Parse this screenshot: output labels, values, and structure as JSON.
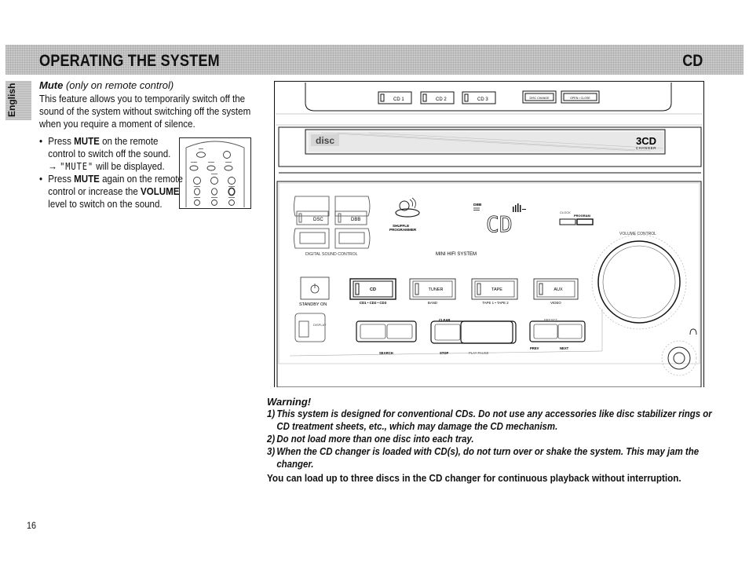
{
  "header": {
    "title": "OPERATING THE SYSTEM",
    "section": "CD"
  },
  "language_tab": "English",
  "mute": {
    "title": "Mute",
    "subtitle": "(only on remote control)",
    "description_lines": [
      "This feature allows you to temporarily switch off the",
      "sound of the system without switching off the system",
      "when you require a moment of silence."
    ],
    "bullet1": {
      "line1_prefix": "Press ",
      "line1_key": "MUTE",
      "line1_suffix": " on the remote",
      "line2": "control to switch off the sound.",
      "arrow": "→",
      "display_text": "\"MUTE\"",
      "display_suffix": " will be displayed."
    },
    "bullet2": {
      "line1_prefix": "Press ",
      "line1_key": "MUTE",
      "line1_suffix": " again on the remote",
      "line2_prefix": "control or increase the ",
      "line2_key": "VOLUME",
      "line3": "level to switch on the sound."
    }
  },
  "device": {
    "tray_buttons": [
      "CD 1",
      "CD 2",
      "CD 3"
    ],
    "disc_change": "DISC CHANGE",
    "open_close": "OPEN • CLOSE",
    "compact_disc_logo": "disc",
    "changer_brand": "3CD",
    "changer_sub": "CHANGER",
    "dsc_label": "DSC",
    "dbb_label": "DBB",
    "digital_sound_control": "DIGITAL SOUND CONTROL",
    "shuffle_label": "SHUFFLE",
    "programmer_label": "PROGRAMMER",
    "dbb_small": "DBB",
    "mini_hifi": "MINI HIFI SYSTEM",
    "display_chars": "CD",
    "clock_label": "CLOCK",
    "program_label": "PROGRAM",
    "volume_control": "VOLUME CONTROL",
    "standby_label": "STANDBY ON",
    "source_buttons": [
      "CD",
      "TUNER",
      "TAPE",
      "AUX"
    ],
    "source_sublabels": [
      "CD1 • CD2 • CD3",
      "BAND",
      "TAPE 1 • TAPE 2",
      "VIDEO"
    ],
    "display_label": "DISPLAY",
    "search_label": "SEARCH",
    "clear_label": "CLEAR",
    "stop_label": "STOP",
    "play_pause_label": "PLAY  PAUSE",
    "preset_label": "PRESET",
    "prev_label": "PREV",
    "next_label": "NEXT"
  },
  "warning": {
    "title": "Warning!",
    "items": [
      {
        "num": "1)",
        "line1": "This system is designed for conventional CDs. Do not use any accessories like disc stabilizer rings or",
        "line2": "CD treatment sheets, etc., which may damage the CD mechanism."
      },
      {
        "num": "2)",
        "line1": "Do not load more than one disc into each tray.",
        "line2": ""
      },
      {
        "num": "3)",
        "line1": "When the CD changer is loaded with CD(s), do not turn over or shake the system. This may jam the",
        "line2": "changer."
      }
    ]
  },
  "summary": "You can load up to three discs in the CD changer for continuous playback without interruption.",
  "page_number": "16"
}
